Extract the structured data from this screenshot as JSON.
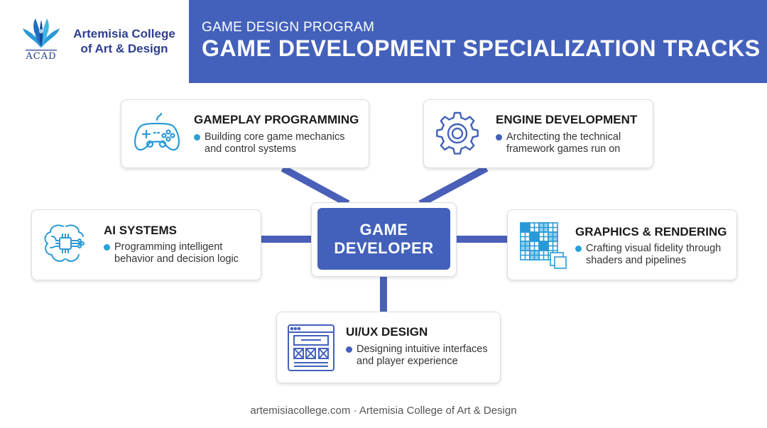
{
  "brand": {
    "name_line1": "Artemisia College",
    "name_line2": "of Art & Design",
    "abbr": "ACAD"
  },
  "header": {
    "subtitle": "GAME DESIGN PROGRAM",
    "title": "GAME DEVELOPMENT SPECIALIZATION TRACKS"
  },
  "center": {
    "line1": "GAME",
    "line2": "DEVELOPER"
  },
  "tracks": [
    {
      "title": "GAMEPLAY PROGRAMMING",
      "line1": "Building core game mechanics",
      "line2": "and control systems",
      "icon": "gamepad-icon",
      "bullet_color": "#2aa0d8"
    },
    {
      "title": "ENGINE DEVELOPMENT",
      "line1": "Architecting the technical",
      "line2": "framework games run on",
      "icon": "gear-icon",
      "bullet_color": "#4361bb"
    },
    {
      "title": "AI SYSTEMS",
      "line1": "Programming intelligent",
      "line2": "behavior and decision logic",
      "icon": "ai-brain-icon",
      "bullet_color": "#2aa0d8"
    },
    {
      "title": "GRAPHICS & RENDERING",
      "line1": "Crafting visual fidelity through",
      "line2": "shaders and pipelines",
      "icon": "pixel-grid-icon",
      "bullet_color": "#2aa0d8"
    },
    {
      "title": "UI/UX DESIGN",
      "line1": "Designing intuitive interfaces",
      "line2": "and player experience",
      "icon": "ui-wireframe-icon",
      "bullet_color": "#4361bb"
    }
  ],
  "colors": {
    "primary": "#4361bb",
    "accent": "#2aa0d8",
    "connector": "#4a5fb8"
  },
  "footer": {
    "text": "artemisiacollege.com · Artemisia College of Art & Design"
  }
}
